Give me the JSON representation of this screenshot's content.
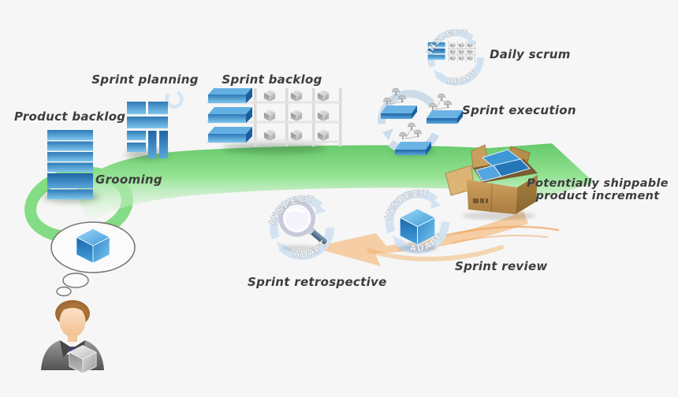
{
  "diagram": {
    "title": "Scrum process diagram",
    "background": "#f6f6f6",
    "text_color": "#3d3d3d",
    "labels": {
      "product_backlog": "Product backlog",
      "sprint_planning": "Sprint planning",
      "sprint_backlog": "Sprint backlog",
      "daily_scrum": "Daily scrum",
      "sprint_execution": "Sprint execution",
      "grooming": "Grooming",
      "potentially_shippable_line1": "Potentially shippable",
      "potentially_shippable_line2": "product increment",
      "sprint_review": "Sprint review",
      "sprint_retrospective": "Sprint retrospective",
      "inspect": "INSPECT",
      "adapt": "ADAPT"
    },
    "colors": {
      "flow_arrow_green": "#7ed87e",
      "feedback_arrow_orange": "#f2a95f",
      "item_blue_dark": "#2e7ab6",
      "item_blue_light": "#7fc6ee",
      "cycle_ring_blue": "#d2e2f1",
      "box_cardboard": "#c79a58",
      "cube_gray": "#b5b5b5",
      "suit_gray": "#6b6b6b",
      "tie_purple": "#5a3aa2"
    }
  }
}
